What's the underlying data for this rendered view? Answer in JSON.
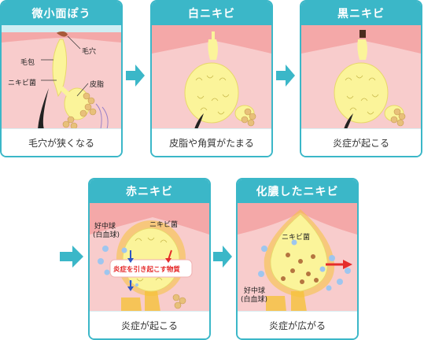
{
  "stages": [
    {
      "title": "微小面ぽう",
      "caption": "毛穴が狭くなる"
    },
    {
      "title": "白ニキビ",
      "caption": "皮脂や角質がたまる"
    },
    {
      "title": "黒ニキビ",
      "caption": "炎症が起こる"
    },
    {
      "title": "赤ニキビ",
      "caption": "炎症が起こる"
    },
    {
      "title": "化膿したニキビ",
      "caption": "炎症が広がる"
    }
  ],
  "labels": {
    "pore": "毛穴",
    "follicle": "毛包",
    "bacteria": "ニキビ菌",
    "sebum": "皮脂",
    "neutrophil_line1": "好中球",
    "neutrophil_line2": "(白血球)",
    "inflammatory_substance": "炎症を引き起こす物質"
  },
  "colors": {
    "accent": "#3bb7c8",
    "skin_top": "#f4a8a8",
    "skin_body": "#f8cccc",
    "sebum": "#fbf49a",
    "inflammation": "#f5c23a",
    "red_text": "#e52b2b"
  }
}
